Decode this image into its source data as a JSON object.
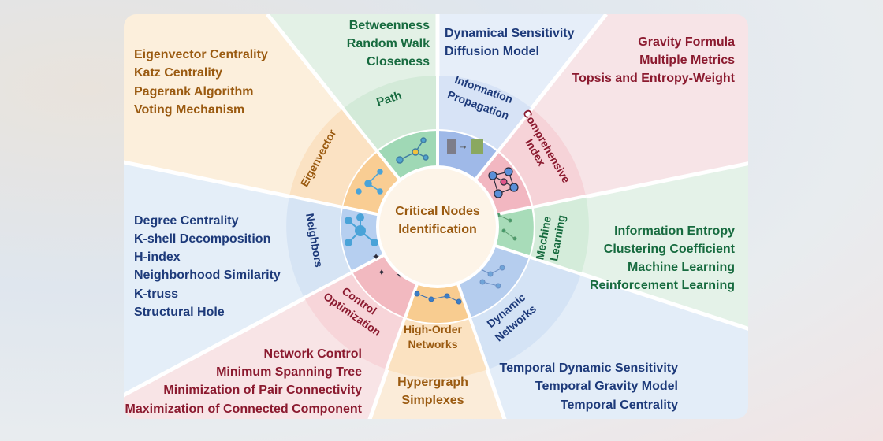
{
  "center": {
    "line1": "Critical Nodes",
    "line2": "Identification"
  },
  "colors": {
    "path": "#176b3f",
    "info": "#1d3a7a",
    "comp": "#8b1a2f",
    "learn": "#176b3f",
    "dyn": "#1d3a7a",
    "high": "#9a5a10",
    "ctrl": "#8b1a2f",
    "neigh": "#1d3a7a",
    "eig": "#9a5a10"
  },
  "categories": {
    "path": {
      "label": "Path",
      "methods": [
        "Betweenness",
        "Random Walk",
        "Closeness"
      ]
    },
    "info": {
      "label1": "Information",
      "label2": "Propagation",
      "methods": [
        "Dynamical Sensitivity",
        "Diffusion Model"
      ]
    },
    "comp": {
      "label1": "Comprehensive",
      "label2": "Index",
      "methods": [
        "Gravity Formula",
        "Multiple Metrics",
        "Topsis and Entropy-Weight"
      ]
    },
    "learn": {
      "label1": "Mechine",
      "label2": "Learning",
      "methods": [
        "Information Entropy",
        "Clustering Coefficient",
        "Machine Learning",
        "Reinforcement Learning"
      ]
    },
    "dyn": {
      "label1": "Dynamic",
      "label2": "Networks",
      "methods": [
        "Temporal Dynamic Sensitivity",
        "Temporal Gravity Model",
        "Temporal Centrality"
      ]
    },
    "high": {
      "label1": "High-Order",
      "label2": "Networks",
      "methods": [
        "Hypergraph",
        "Simplexes"
      ]
    },
    "ctrl": {
      "label1": "Control",
      "label2": "Optimization",
      "methods": [
        "Network Control",
        "Minimum Spanning Tree",
        "Minimization of Pair Connectivity",
        "Maximization of Connected Component"
      ]
    },
    "neigh": {
      "label": "Neighbors",
      "methods": [
        "Degree Centrality",
        "K-shell Decomposition",
        "H-index",
        "Neighborhood Similarity",
        "K-truss",
        "Structural Hole"
      ]
    },
    "eig": {
      "label": "Eigenvector",
      "methods": [
        "Eigenvector Centrality",
        "Katz Centrality",
        "Pagerank Algorithm",
        "Voting Mechanism"
      ]
    }
  }
}
